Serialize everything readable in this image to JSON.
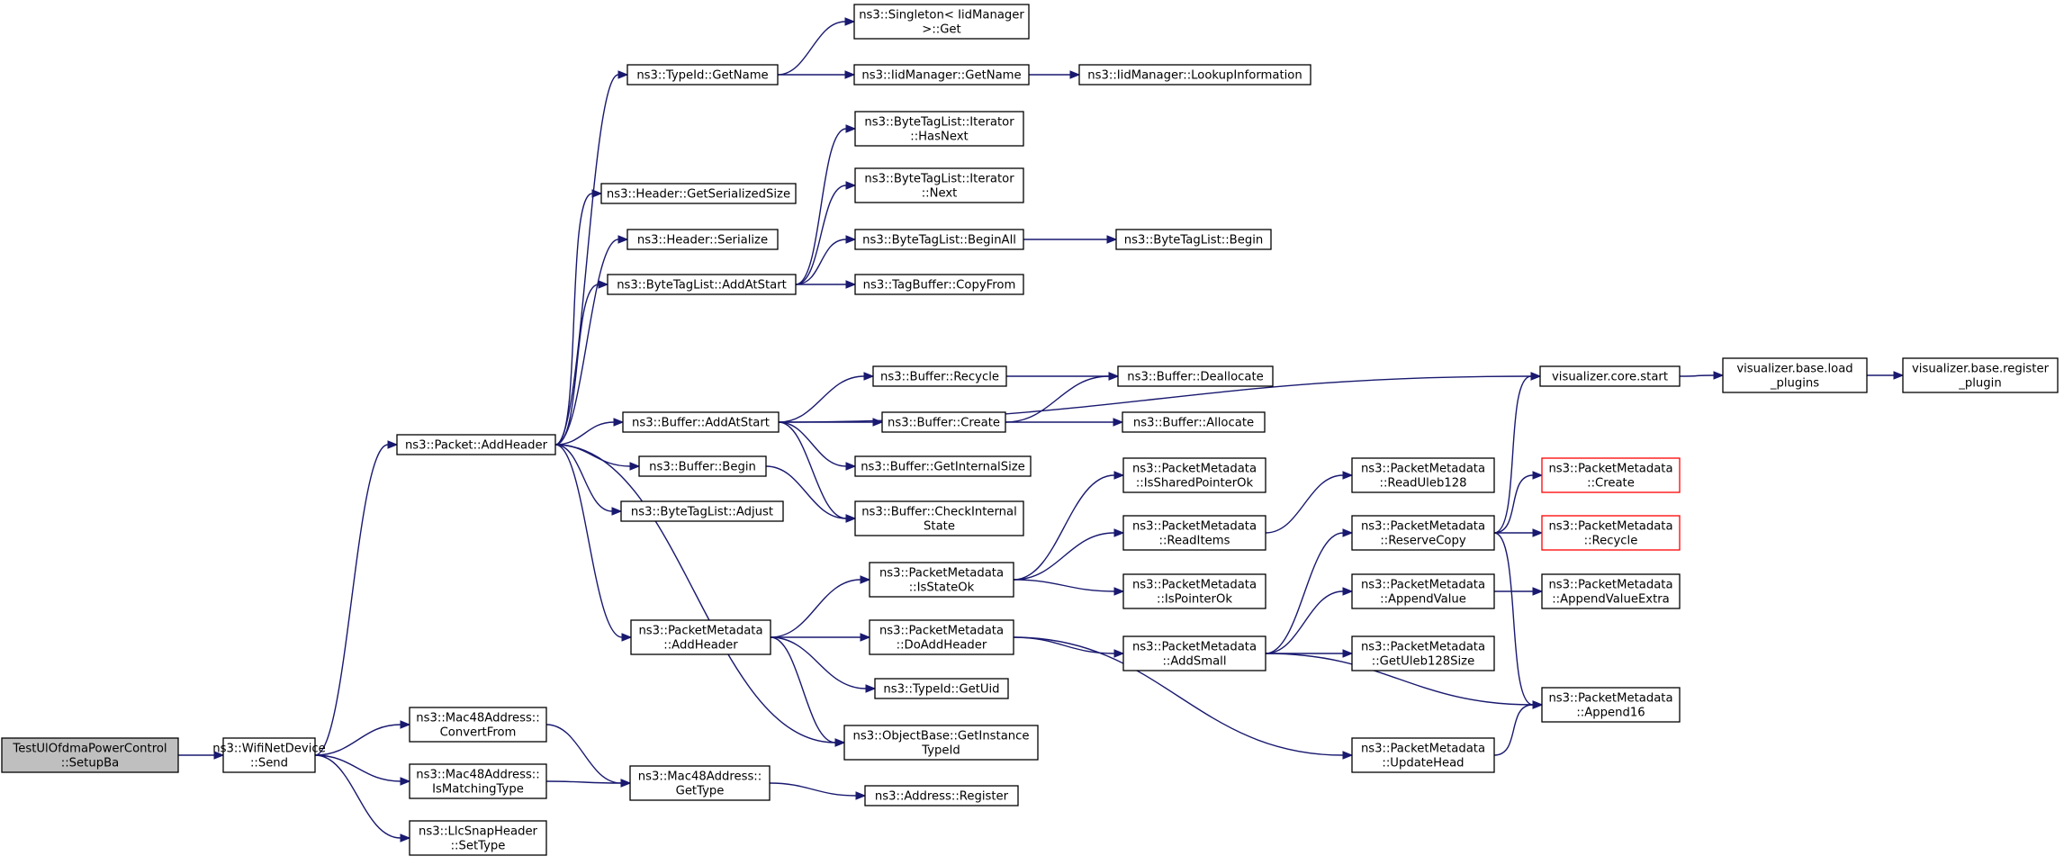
{
  "graph": {
    "nodes": [
      {
        "id": "setupba",
        "lines": [
          "TestUlOfdmaPowerControl",
          "::SetupBa"
        ],
        "style": "root"
      },
      {
        "id": "send",
        "lines": [
          "ns3::WifiNetDevice",
          "::Send"
        ]
      },
      {
        "id": "addheader",
        "lines": [
          "ns3::Packet::AddHeader"
        ]
      },
      {
        "id": "convertfrom",
        "lines": [
          "ns3::Mac48Address::",
          "ConvertFrom"
        ]
      },
      {
        "id": "ismatching",
        "lines": [
          "ns3::Mac48Address::",
          "IsMatchingType"
        ]
      },
      {
        "id": "settype",
        "lines": [
          "ns3::LlcSnapHeader",
          "::SetType"
        ]
      },
      {
        "id": "gettype",
        "lines": [
          "ns3::Mac48Address::",
          "GetType"
        ]
      },
      {
        "id": "register",
        "lines": [
          "ns3::Address::Register"
        ]
      },
      {
        "id": "typeid_getname",
        "lines": [
          "ns3::TypeId::GetName"
        ]
      },
      {
        "id": "singleton",
        "lines": [
          "ns3::Singleton< IidManager",
          ">::Get"
        ]
      },
      {
        "id": "iid_getname",
        "lines": [
          "ns3::IidManager::GetName"
        ]
      },
      {
        "id": "lookup",
        "lines": [
          "ns3::IidManager::LookupInformation"
        ]
      },
      {
        "id": "getserializedsize",
        "lines": [
          "ns3::Header::GetSerializedSize"
        ]
      },
      {
        "id": "serialize",
        "lines": [
          "ns3::Header::Serialize"
        ]
      },
      {
        "id": "btl_addatstart",
        "lines": [
          "ns3::ByteTagList::AddAtStart"
        ]
      },
      {
        "id": "hasnext",
        "lines": [
          "ns3::ByteTagList::Iterator",
          "::HasNext"
        ]
      },
      {
        "id": "next",
        "lines": [
          "ns3::ByteTagList::Iterator",
          "::Next"
        ]
      },
      {
        "id": "beginall",
        "lines": [
          "ns3::ByteTagList::BeginAll"
        ]
      },
      {
        "id": "btl_begin",
        "lines": [
          "ns3::ByteTagList::Begin"
        ]
      },
      {
        "id": "copyfrom",
        "lines": [
          "ns3::TagBuffer::CopyFrom"
        ]
      },
      {
        "id": "buf_addatstart",
        "lines": [
          "ns3::Buffer::AddAtStart"
        ]
      },
      {
        "id": "buf_begin",
        "lines": [
          "ns3::Buffer::Begin"
        ]
      },
      {
        "id": "btl_adjust",
        "lines": [
          "ns3::ByteTagList::Adjust"
        ]
      },
      {
        "id": "recycle",
        "lines": [
          "ns3::Buffer::Recycle"
        ]
      },
      {
        "id": "create",
        "lines": [
          "ns3::Buffer::Create"
        ]
      },
      {
        "id": "getinternalsize",
        "lines": [
          "ns3::Buffer::GetInternalSize"
        ]
      },
      {
        "id": "checkinternal",
        "lines": [
          "ns3::Buffer::CheckInternal",
          "State"
        ]
      },
      {
        "id": "deallocate",
        "lines": [
          "ns3::Buffer::Deallocate"
        ]
      },
      {
        "id": "allocate",
        "lines": [
          "ns3::Buffer::Allocate"
        ]
      },
      {
        "id": "vis_start",
        "lines": [
          "visualizer.core.start"
        ]
      },
      {
        "id": "vis_load",
        "lines": [
          "visualizer.base.load",
          "_plugins"
        ]
      },
      {
        "id": "vis_register",
        "lines": [
          "visualizer.base.register",
          "_plugin"
        ]
      },
      {
        "id": "pm_addheader",
        "lines": [
          "ns3::PacketMetadata",
          "::AddHeader"
        ]
      },
      {
        "id": "isstateok",
        "lines": [
          "ns3::PacketMetadata",
          "::IsStateOk"
        ]
      },
      {
        "id": "doaddheader",
        "lines": [
          "ns3::PacketMetadata",
          "::DoAddHeader"
        ]
      },
      {
        "id": "getuid",
        "lines": [
          "ns3::TypeId::GetUid"
        ]
      },
      {
        "id": "getinstancetypeid",
        "lines": [
          "ns3::ObjectBase::GetInstance",
          "TypeId"
        ]
      },
      {
        "id": "issharedpointerok",
        "lines": [
          "ns3::PacketMetadata",
          "::IsSharedPointerOk"
        ]
      },
      {
        "id": "readitems",
        "lines": [
          "ns3::PacketMetadata",
          "::ReadItems"
        ]
      },
      {
        "id": "ispointerok",
        "lines": [
          "ns3::PacketMetadata",
          "::IsPointerOk"
        ]
      },
      {
        "id": "addsmall",
        "lines": [
          "ns3::PacketMetadata",
          "::AddSmall"
        ]
      },
      {
        "id": "readuleb128",
        "lines": [
          "ns3::PacketMetadata",
          "::ReadUleb128"
        ]
      },
      {
        "id": "reservecopy",
        "lines": [
          "ns3::PacketMetadata",
          "::ReserveCopy"
        ]
      },
      {
        "id": "appendvalue",
        "lines": [
          "ns3::PacketMetadata",
          "::AppendValue"
        ]
      },
      {
        "id": "getuleb128size",
        "lines": [
          "ns3::PacketMetadata",
          "::GetUleb128Size"
        ]
      },
      {
        "id": "updatehead",
        "lines": [
          "ns3::PacketMetadata",
          "::UpdateHead"
        ]
      },
      {
        "id": "pm_create",
        "lines": [
          "ns3::PacketMetadata",
          "::Create"
        ],
        "style": "red"
      },
      {
        "id": "pm_recycle",
        "lines": [
          "ns3::PacketMetadata",
          "::Recycle"
        ],
        "style": "red"
      },
      {
        "id": "appendvalueextra",
        "lines": [
          "ns3::PacketMetadata",
          "::AppendValueExtra"
        ]
      },
      {
        "id": "append16",
        "lines": [
          "ns3::PacketMetadata",
          "::Append16"
        ]
      }
    ],
    "edges": [
      [
        "setupba",
        "send"
      ],
      [
        "send",
        "addheader"
      ],
      [
        "send",
        "convertfrom"
      ],
      [
        "send",
        "ismatching"
      ],
      [
        "send",
        "settype"
      ],
      [
        "convertfrom",
        "gettype"
      ],
      [
        "ismatching",
        "gettype"
      ],
      [
        "gettype",
        "register"
      ],
      [
        "addheader",
        "typeid_getname"
      ],
      [
        "addheader",
        "getserializedsize"
      ],
      [
        "addheader",
        "serialize"
      ],
      [
        "addheader",
        "btl_addatstart"
      ],
      [
        "addheader",
        "buf_addatstart"
      ],
      [
        "addheader",
        "buf_begin"
      ],
      [
        "addheader",
        "btl_adjust"
      ],
      [
        "addheader",
        "pm_addheader"
      ],
      [
        "addheader",
        "getinstancetypeid"
      ],
      [
        "typeid_getname",
        "singleton"
      ],
      [
        "typeid_getname",
        "iid_getname"
      ],
      [
        "iid_getname",
        "lookup"
      ],
      [
        "btl_addatstart",
        "hasnext"
      ],
      [
        "btl_addatstart",
        "next"
      ],
      [
        "btl_addatstart",
        "beginall"
      ],
      [
        "btl_addatstart",
        "copyfrom"
      ],
      [
        "beginall",
        "btl_begin"
      ],
      [
        "buf_addatstart",
        "vis_start"
      ],
      [
        "buf_addatstart",
        "recycle"
      ],
      [
        "buf_addatstart",
        "create"
      ],
      [
        "buf_addatstart",
        "getinternalsize"
      ],
      [
        "buf_addatstart",
        "checkinternal"
      ],
      [
        "buf_begin",
        "checkinternal"
      ],
      [
        "recycle",
        "deallocate"
      ],
      [
        "create",
        "deallocate"
      ],
      [
        "create",
        "allocate"
      ],
      [
        "vis_start",
        "vis_load"
      ],
      [
        "vis_load",
        "vis_register"
      ],
      [
        "pm_addheader",
        "isstateok"
      ],
      [
        "pm_addheader",
        "doaddheader"
      ],
      [
        "pm_addheader",
        "getuid"
      ],
      [
        "pm_addheader",
        "getinstancetypeid"
      ],
      [
        "isstateok",
        "issharedpointerok"
      ],
      [
        "isstateok",
        "readitems"
      ],
      [
        "isstateok",
        "ispointerok"
      ],
      [
        "readitems",
        "readuleb128"
      ],
      [
        "doaddheader",
        "addsmall"
      ],
      [
        "doaddheader",
        "updatehead"
      ],
      [
        "addsmall",
        "reservecopy"
      ],
      [
        "addsmall",
        "appendvalue"
      ],
      [
        "addsmall",
        "getuleb128size"
      ],
      [
        "addsmall",
        "append16"
      ],
      [
        "reservecopy",
        "vis_start"
      ],
      [
        "reservecopy",
        "pm_create"
      ],
      [
        "reservecopy",
        "pm_recycle"
      ],
      [
        "reservecopy",
        "append16"
      ],
      [
        "appendvalue",
        "appendvalueextra"
      ],
      [
        "updatehead",
        "append16"
      ]
    ]
  }
}
